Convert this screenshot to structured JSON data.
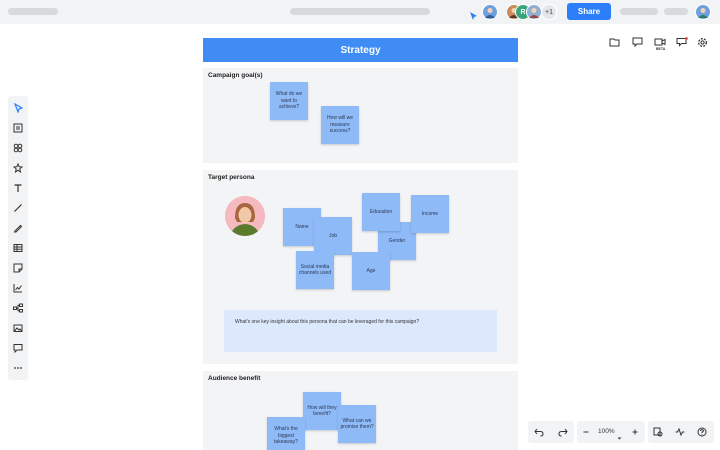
{
  "colors": {
    "accent": "#2d7ff9",
    "sticky": "#8fbaf8",
    "header": "#3f8cf5",
    "section_bg": "#f3f4f6"
  },
  "topbar": {
    "share_label": "Share",
    "collaborators": [
      {
        "initial": "",
        "color": "#6ea0e0"
      },
      {
        "initial": "",
        "color": "#c98a5c"
      },
      {
        "initial": "R",
        "color": "#3aa57a"
      },
      {
        "initial": "",
        "color": "#8fb0d4"
      }
    ],
    "extra_count": "+1"
  },
  "right_tools": {
    "video_badge": "BETA"
  },
  "board": {
    "title": "Strategy",
    "sections": {
      "campaign": {
        "title": "Campaign goal(s)",
        "notes": [
          "What do we want to achieve?",
          "How will we measure success?"
        ]
      },
      "persona": {
        "title": "Target persona",
        "notes": [
          "Name",
          "Job",
          "Social media channels used",
          "Education",
          "Income",
          "Gender",
          "Age"
        ],
        "insight": "What's one key insight about this persona that can be leveraged for this campaign?"
      },
      "audience": {
        "title": "Audience benefit",
        "notes": [
          "How will they benefit?",
          "What can we promise them?",
          "What's the biggest takeaway?"
        ]
      }
    }
  },
  "bottom_controls": {
    "zoom_level": "100%"
  }
}
